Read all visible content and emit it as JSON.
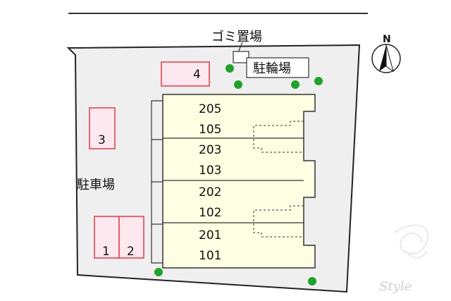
{
  "site_plan": {
    "compass": {
      "north_label": "N"
    },
    "facilities": {
      "garbage_area_label": "ゴミ置場",
      "bicycle_parking_label": "駐輪場",
      "parking_lot_label": "駐車場"
    },
    "parking_spaces": [
      {
        "number": "1"
      },
      {
        "number": "2"
      },
      {
        "number": "3"
      },
      {
        "number": "4"
      }
    ],
    "units": [
      {
        "room": "205",
        "floor": 2
      },
      {
        "room": "105",
        "floor": 1
      },
      {
        "room": "203",
        "floor": 2
      },
      {
        "room": "103",
        "floor": 1
      },
      {
        "room": "202",
        "floor": 2
      },
      {
        "room": "102",
        "floor": 1
      },
      {
        "room": "201",
        "floor": 2
      },
      {
        "room": "101",
        "floor": 1
      }
    ],
    "watermark": {
      "text": "Style"
    },
    "colors": {
      "lot_fill": "#efefef",
      "building_fill": "#fefee2",
      "parking_border": "#e03a4c",
      "parking_fill": "#fde8ef",
      "tree": "#21a22d",
      "road_line": "#333333"
    }
  }
}
